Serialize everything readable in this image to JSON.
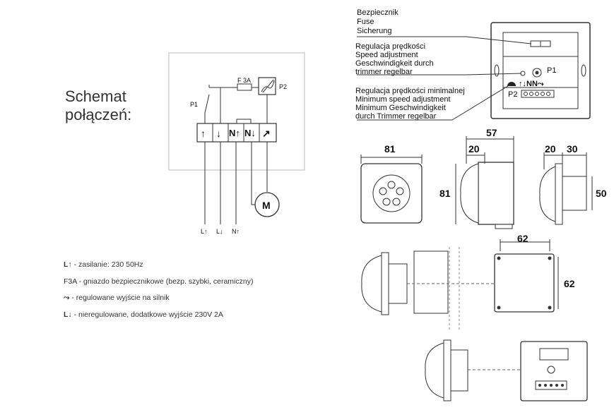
{
  "title": {
    "line1": "Schemat",
    "line2": "połączeń:"
  },
  "wiring": {
    "fuse": "F 3A",
    "p1": "P1",
    "p2": "P2",
    "motor": "M",
    "terminals": [
      "↑",
      "↓",
      "N↑",
      "N↓",
      "↗"
    ],
    "bottom": [
      "L↑",
      "L↓",
      "N↑"
    ]
  },
  "legend": [
    {
      "sym": "L↑",
      "text": " - zasilanie: 230 50Hz"
    },
    {
      "sym": "",
      "text": "F3A - gniazdo bezpiecznikowe (bezp. szybki, ceramiczny)"
    },
    {
      "sym": "⤳",
      "text": " - regulowane wyjście na silnik"
    },
    {
      "sym": "L↓",
      "text": " - nieregulowane, dodatkowe wyjście 230V 2A"
    }
  ],
  "callouts": {
    "fuse": [
      "Bezpiecznik",
      "Fuse",
      "Sicherung"
    ],
    "speed": [
      "Regulacja prędkości",
      "Speed adjustment",
      "Geschwindigkeit durch",
      "trimmer regelbar"
    ],
    "min_speed": [
      "Regulacja prędkości minimalnej",
      "Minimum speed adjustment",
      "Minimum Geschwindigkeit",
      "durch Trimmer regelbar"
    ]
  },
  "panel": {
    "p1": "P1",
    "p2": "P2",
    "terminals": "↑↓NN⤳"
  },
  "dimensions": {
    "front_width": "81",
    "front_height": "81",
    "side_depth": "57",
    "side_knob": "20",
    "side2_knob": "20",
    "side2_body": "30",
    "side2_height": "50",
    "box_width": "62",
    "box_height": "62"
  }
}
